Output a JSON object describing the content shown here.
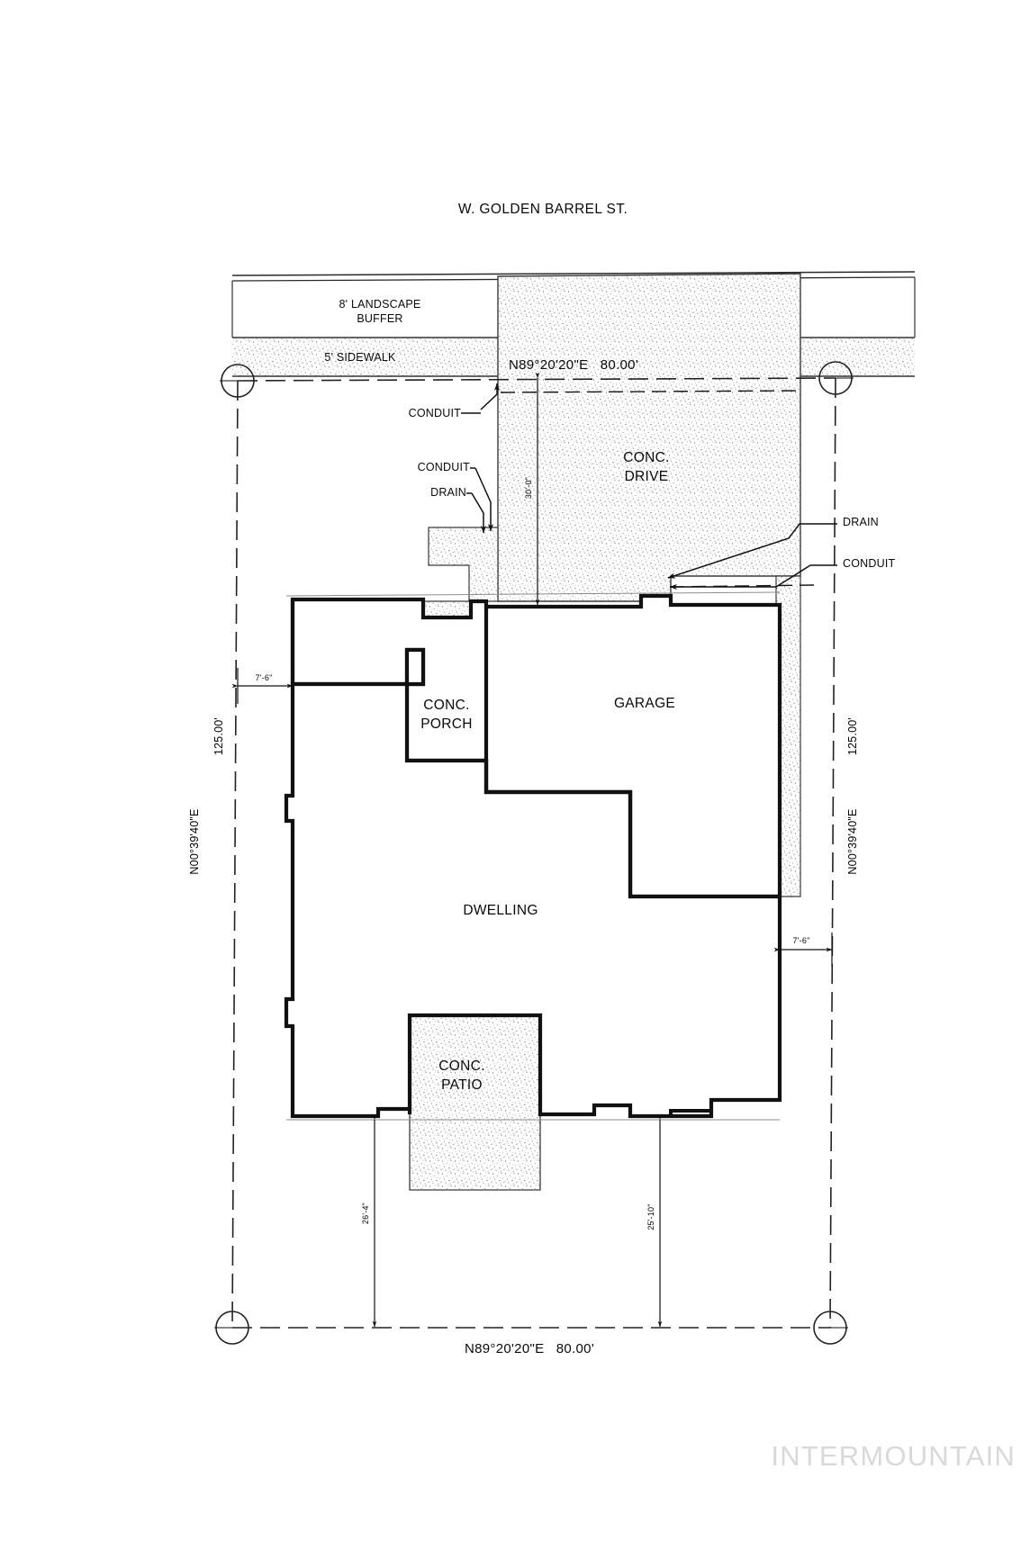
{
  "drawing": {
    "type": "residential-site-plan",
    "street_label": "W. GOLDEN BARREL ST.",
    "watermark": "INTERMOUNTAIN"
  },
  "frontage": {
    "landscape_buffer": "8' LANDSCAPE\nBUFFER",
    "landscape_buffer_line1": "8' LANDSCAPE",
    "landscape_buffer_line2": "BUFFER",
    "sidewalk": "5' SIDEWALK"
  },
  "bearings": {
    "north": "N89°20'20\"E   80.00'",
    "south": "N89°20'20\"E   80.00'",
    "west_bearing": "N00°39'40\"E",
    "west_distance": "125.00'",
    "east_bearing": "N00°39'40\"E",
    "east_distance": "125.00'"
  },
  "areas": {
    "drive_line1": "CONC.",
    "drive_line2": "DRIVE",
    "garage": "GARAGE",
    "dwelling": "DWELLING",
    "porch_line1": "CONC.",
    "porch_line2": "PORCH",
    "patio_line1": "CONC.",
    "patio_line2": "PATIO"
  },
  "callouts": {
    "conduit_top": "CONDUIT",
    "conduit_mid": "CONDUIT",
    "drain_left": "DRAIN",
    "drain_right": "DRAIN",
    "conduit_right": "CONDUIT"
  },
  "dimensions": {
    "setback_left": "7'-6\"",
    "setback_right": "7'-6\"",
    "drive_depth": "30'-0\"",
    "rear_left": "26'-4\"",
    "rear_right": "25'-10\""
  },
  "colors": {
    "line": "#111111",
    "hatch": "#8c8c8c",
    "watermark": "#d9d9d9",
    "paper": "#ffffff"
  }
}
